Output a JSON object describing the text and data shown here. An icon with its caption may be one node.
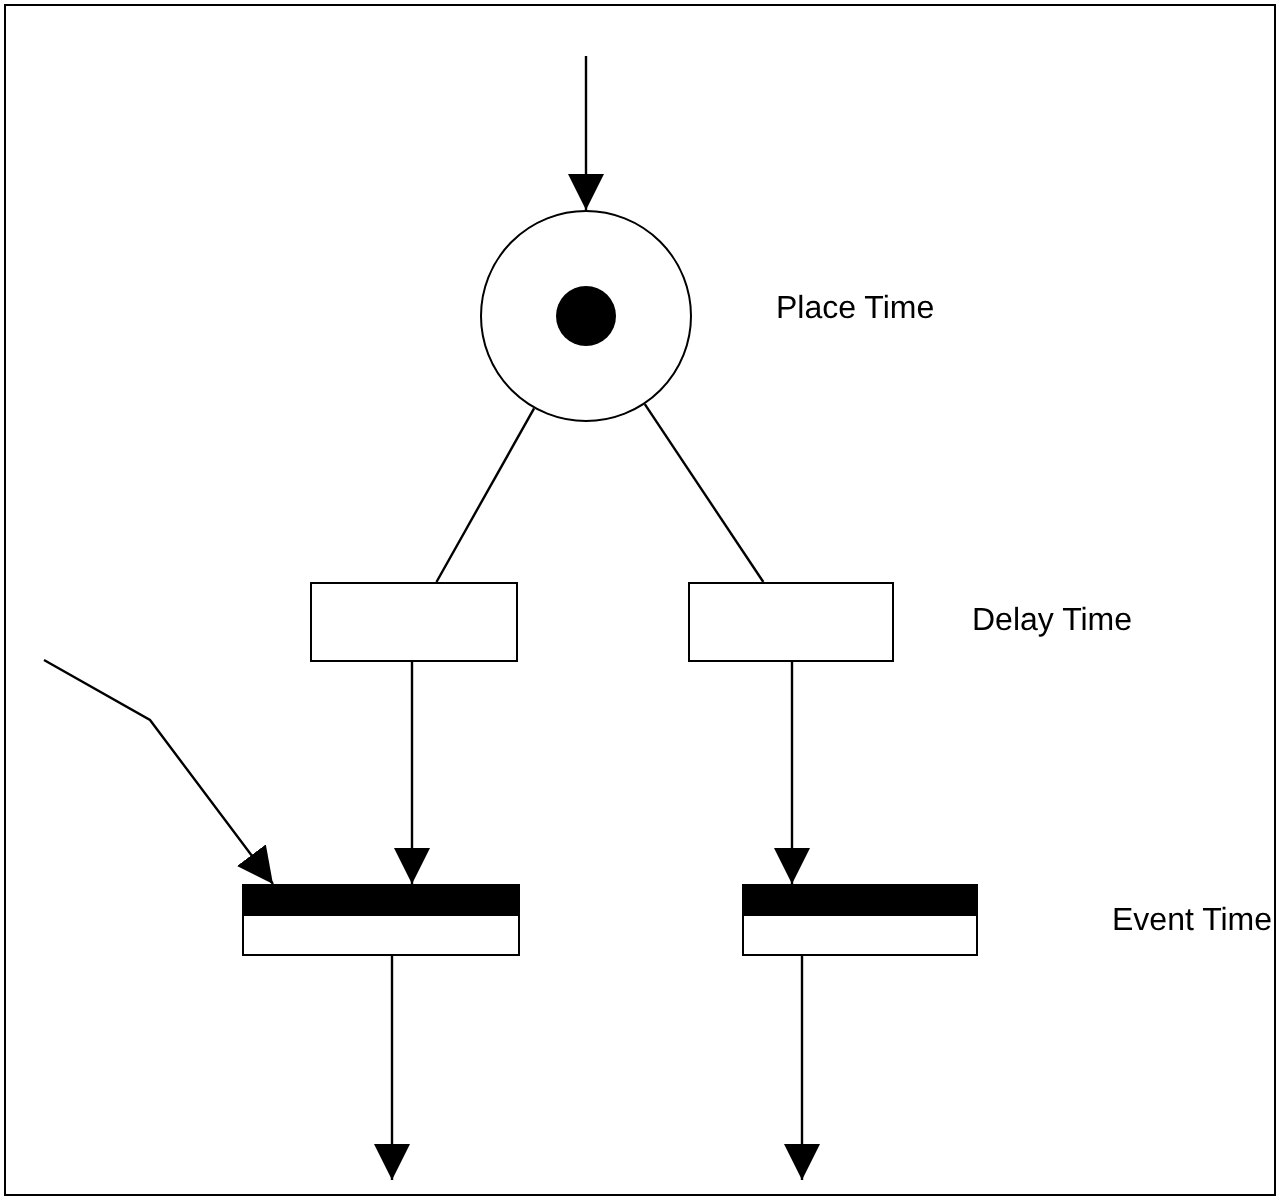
{
  "diagram": {
    "nodes": [
      {
        "text": [],
        "shape": "circle"
      },
      {
        "text": [],
        "shape": "box"
      },
      {
        "text": [],
        "shape": "box"
      },
      {
        "text": [],
        "shape": "bar"
      },
      {
        "text": [],
        "shape": "bar"
      }
    ],
    "edges": [
      {
        "from": null,
        "to": 0,
        "arrow": "to"
      },
      {
        "from": 0,
        "to": 1,
        "arrow": "none"
      },
      {
        "from": 0,
        "to": 2,
        "arrow": "none"
      },
      {
        "from": 1,
        "to": 3,
        "arrow": "to"
      },
      {
        "from": 2,
        "to": 4,
        "arrow": "to"
      },
      {
        "from": null,
        "to": 3,
        "arrow": "to"
      },
      {
        "from": 3,
        "to": null,
        "arrow": "to"
      },
      {
        "from": 4,
        "to": null,
        "arrow": "to"
      }
    ],
    "labels": [
      "Place Time",
      "Delay Time",
      "Event Time"
    ]
  }
}
